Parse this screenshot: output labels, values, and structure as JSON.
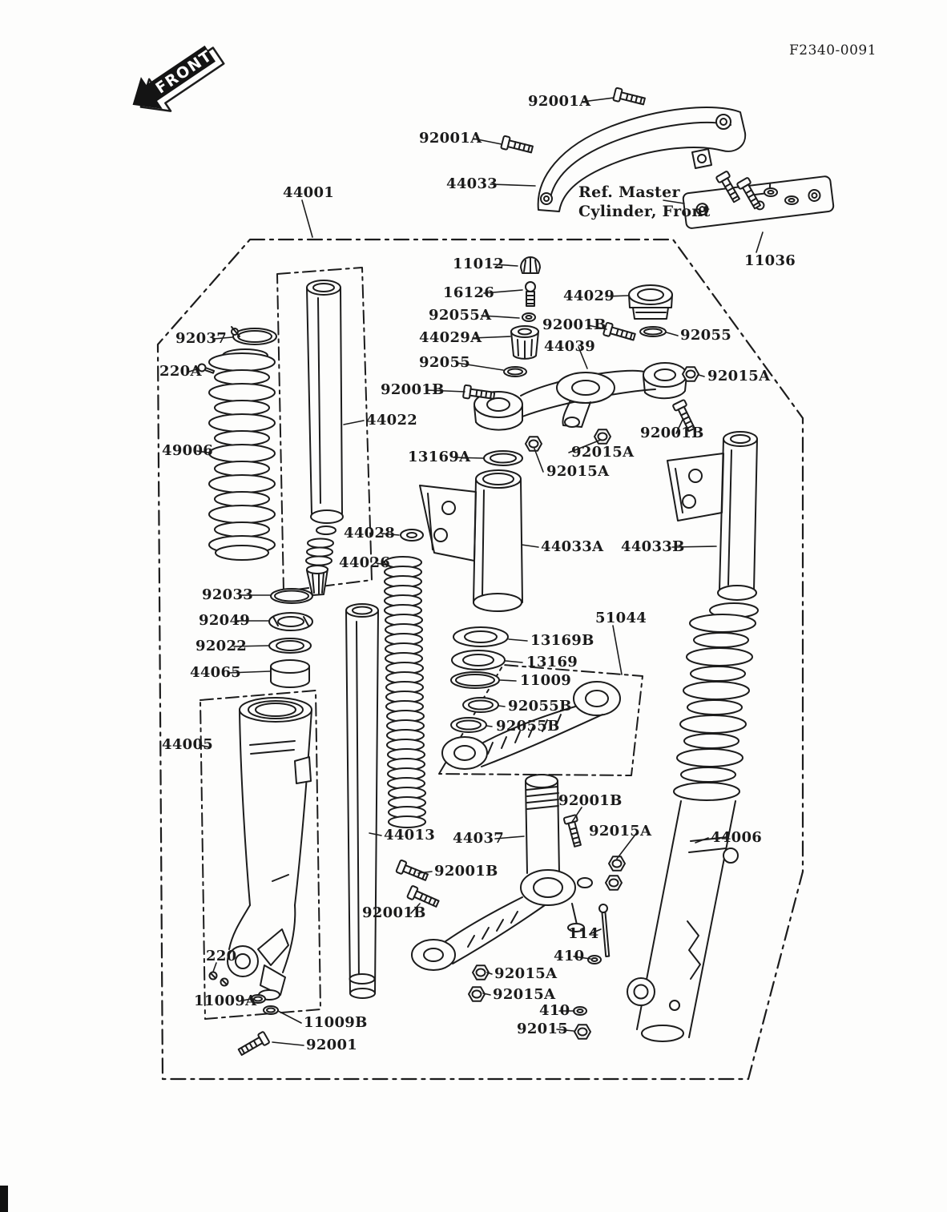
{
  "page": {
    "figure_code": "F2340-0091",
    "front_badge": "FRONT",
    "ref_note_line1": "Ref. Master",
    "ref_note_line2": "Cylinder, Front"
  },
  "labels": [
    "92001A",
    "92001A",
    "44033",
    "11036",
    "44001",
    "11012",
    "16126",
    "44029",
    "92055A",
    "92001B",
    "92055",
    "44029A",
    "44039",
    "92037",
    "92055",
    "92015A",
    "220A",
    "92001B",
    "92001B",
    "92015A",
    "13169A",
    "92015A",
    "49006",
    "44022",
    "44028",
    "44026",
    "44033A",
    "44033B",
    "92033",
    "92049",
    "92022",
    "44065",
    "51044",
    "13169B",
    "13169",
    "11009",
    "92055B",
    "92055B",
    "44005",
    "44013",
    "44037",
    "92001B",
    "92015A",
    "44006",
    "92001B",
    "92001B",
    "114",
    "410",
    "220",
    "92015A",
    "92015A",
    "11009A",
    "410",
    "11009B",
    "92015",
    "92001"
  ]
}
